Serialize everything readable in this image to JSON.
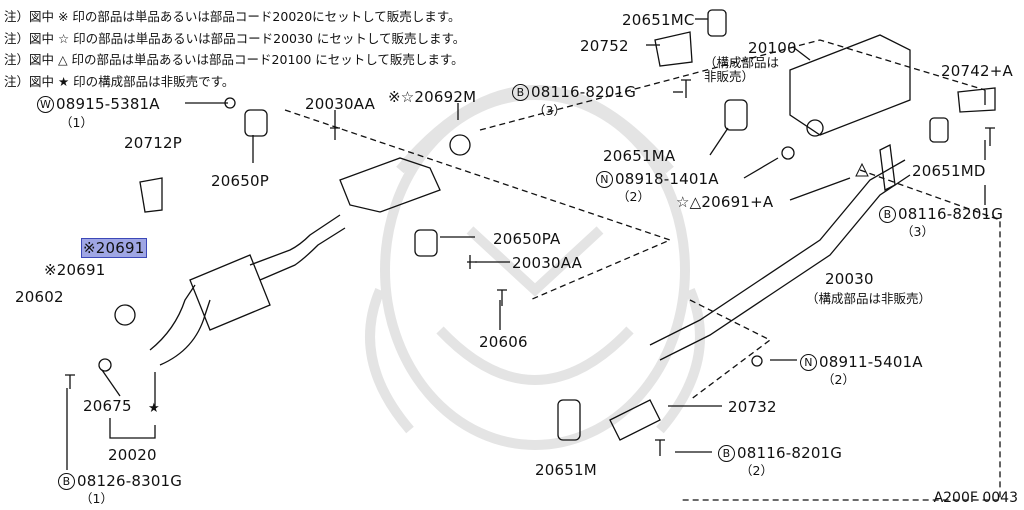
{
  "notes": [
    "注）図中 ※ 印の部品は単品あるいは部品コード20020にセットして販売します。",
    "注）図中 ☆ 印の部品は単品あるいは部品コード20030 にセットして販売します。",
    "注）図中 △ 印の部品は単品あるいは部品コード20100 にセットして販売します。",
    "注）図中 ★ 印の構成部品は非販売です。"
  ],
  "parts": {
    "p20651MC": "20651MC",
    "p20752": "20752",
    "p20100": "20100",
    "p20100_note": "（構成部品は\n非販売）",
    "p20742A": "20742+A",
    "b08116_top": "08116-8201G",
    "b08116_top_qty": "（3）",
    "w08915": "08915-5381A",
    "w08915_qty": "（1）",
    "p20030AA_top": "20030AA",
    "p20692M": "※☆20692M",
    "p20712P": "20712P",
    "p20650P": "20650P",
    "p20651MA": "20651MA",
    "n08918": "08918-1401A",
    "n08918_qty": "（2）",
    "p20651MD": "20651MD",
    "p20691A": "☆△20691+A",
    "b08116_right": "08116-8201G",
    "b08116_right_qty": "（3）",
    "p20691_sel_prefix": "※",
    "p20691_sel": "20691",
    "p20691": "※20691",
    "p20650PA": "20650PA",
    "p20030AA_mid": "20030AA",
    "p20030": "20030",
    "p20030_note": "（構成部品は非販売）",
    "p20602": "20602",
    "p20606": "20606",
    "n08911": "08911-5401A",
    "n08911_qty": "（2）",
    "p20675": "20675",
    "star": "★",
    "p20732": "20732",
    "p20020": "20020",
    "b08116_bottom": "08116-8201G",
    "b08116_bottom_qty": "（2）",
    "p20651M": "20651M",
    "b08126": "08126-8301G",
    "b08126_qty": "（1）"
  },
  "symbols": {
    "W": "W",
    "B": "B",
    "N": "N"
  },
  "footer": "A200F 0043",
  "colors": {
    "highlight": "#9fa6e4",
    "ink": "#111111",
    "watermark": "#e6e6e6"
  }
}
